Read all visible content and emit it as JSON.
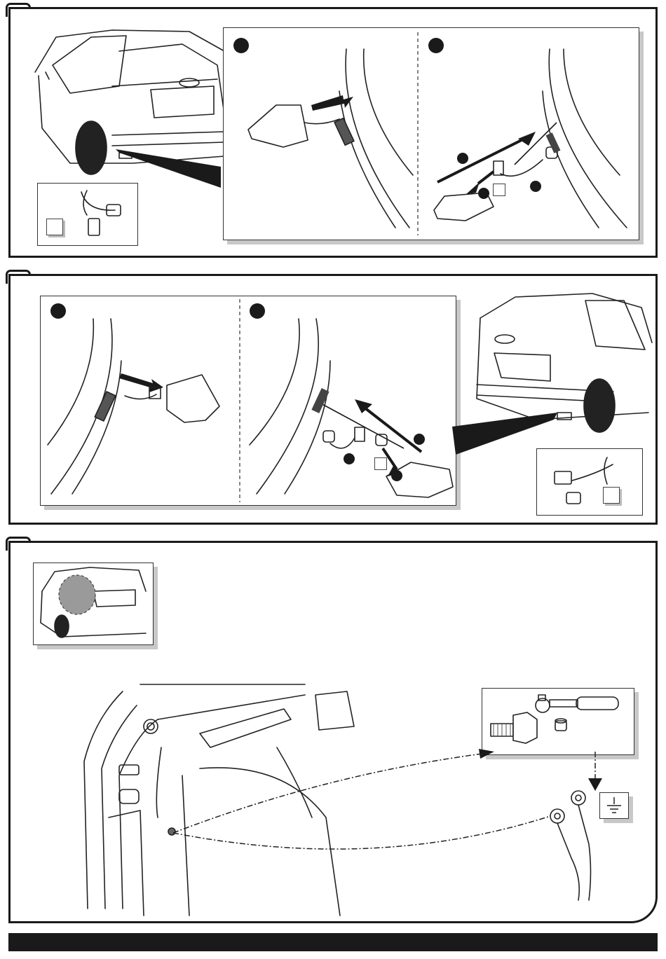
{
  "document": {
    "kind": "wordless installation instruction sheet",
    "steps": [
      {
        "substeps": 2
      },
      {
        "substeps": 2
      },
      {
        "substeps": 0
      }
    ]
  },
  "colors": {
    "ink": "#1a1a1a",
    "shadow": "#c8c8c8",
    "paper": "#ffffff",
    "highlight": "#9a9a9a"
  },
  "icons": [
    "car-rear-icon",
    "tail-light-icon",
    "connector-icon",
    "ratchet-wrench-icon",
    "bolt-icon",
    "socket-icon",
    "ground-symbol-icon",
    "ring-terminal-icon",
    "arrow-icon"
  ]
}
